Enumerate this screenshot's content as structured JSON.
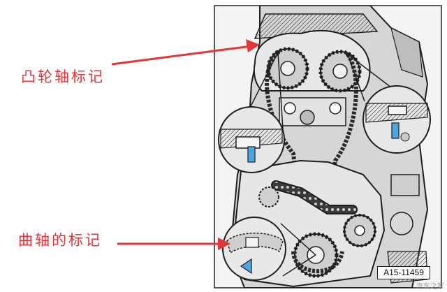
{
  "labels": {
    "camshaft": "凸轮轴标记",
    "crankshaft": "曲轴的标记"
  },
  "figure_id": "A15-11459",
  "watermark": "汽车之家",
  "colors": {
    "annotation": "#e3353a",
    "marker": "#4da6e0",
    "line_art": "#1e1e1e"
  }
}
